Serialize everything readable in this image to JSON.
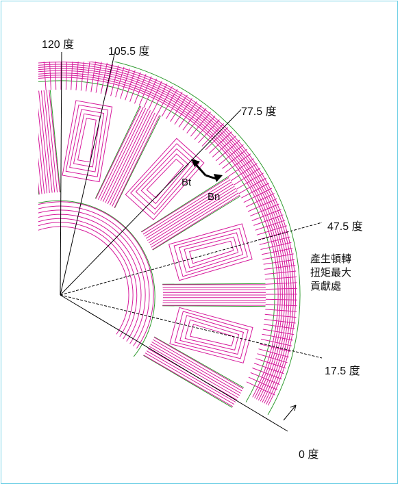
{
  "angle_labels": {
    "deg120": "120 度",
    "deg105_5": "105.5 度",
    "deg77_5": "77.5 度",
    "deg47_5": "47.5 度",
    "deg17_5": "17.5 度",
    "deg0": "0 度"
  },
  "vector_labels": {
    "bt": "Bt",
    "bn": "Bn"
  },
  "annotation": {
    "line1": "產生頓轉",
    "line2": "扭矩最大",
    "line3": "貢獻處"
  },
  "colors": {
    "flux_lines": "#d6199b",
    "outline": "#2e9a2e",
    "reference_lines": "#000000",
    "frame_border": "#6fd0e6"
  }
}
